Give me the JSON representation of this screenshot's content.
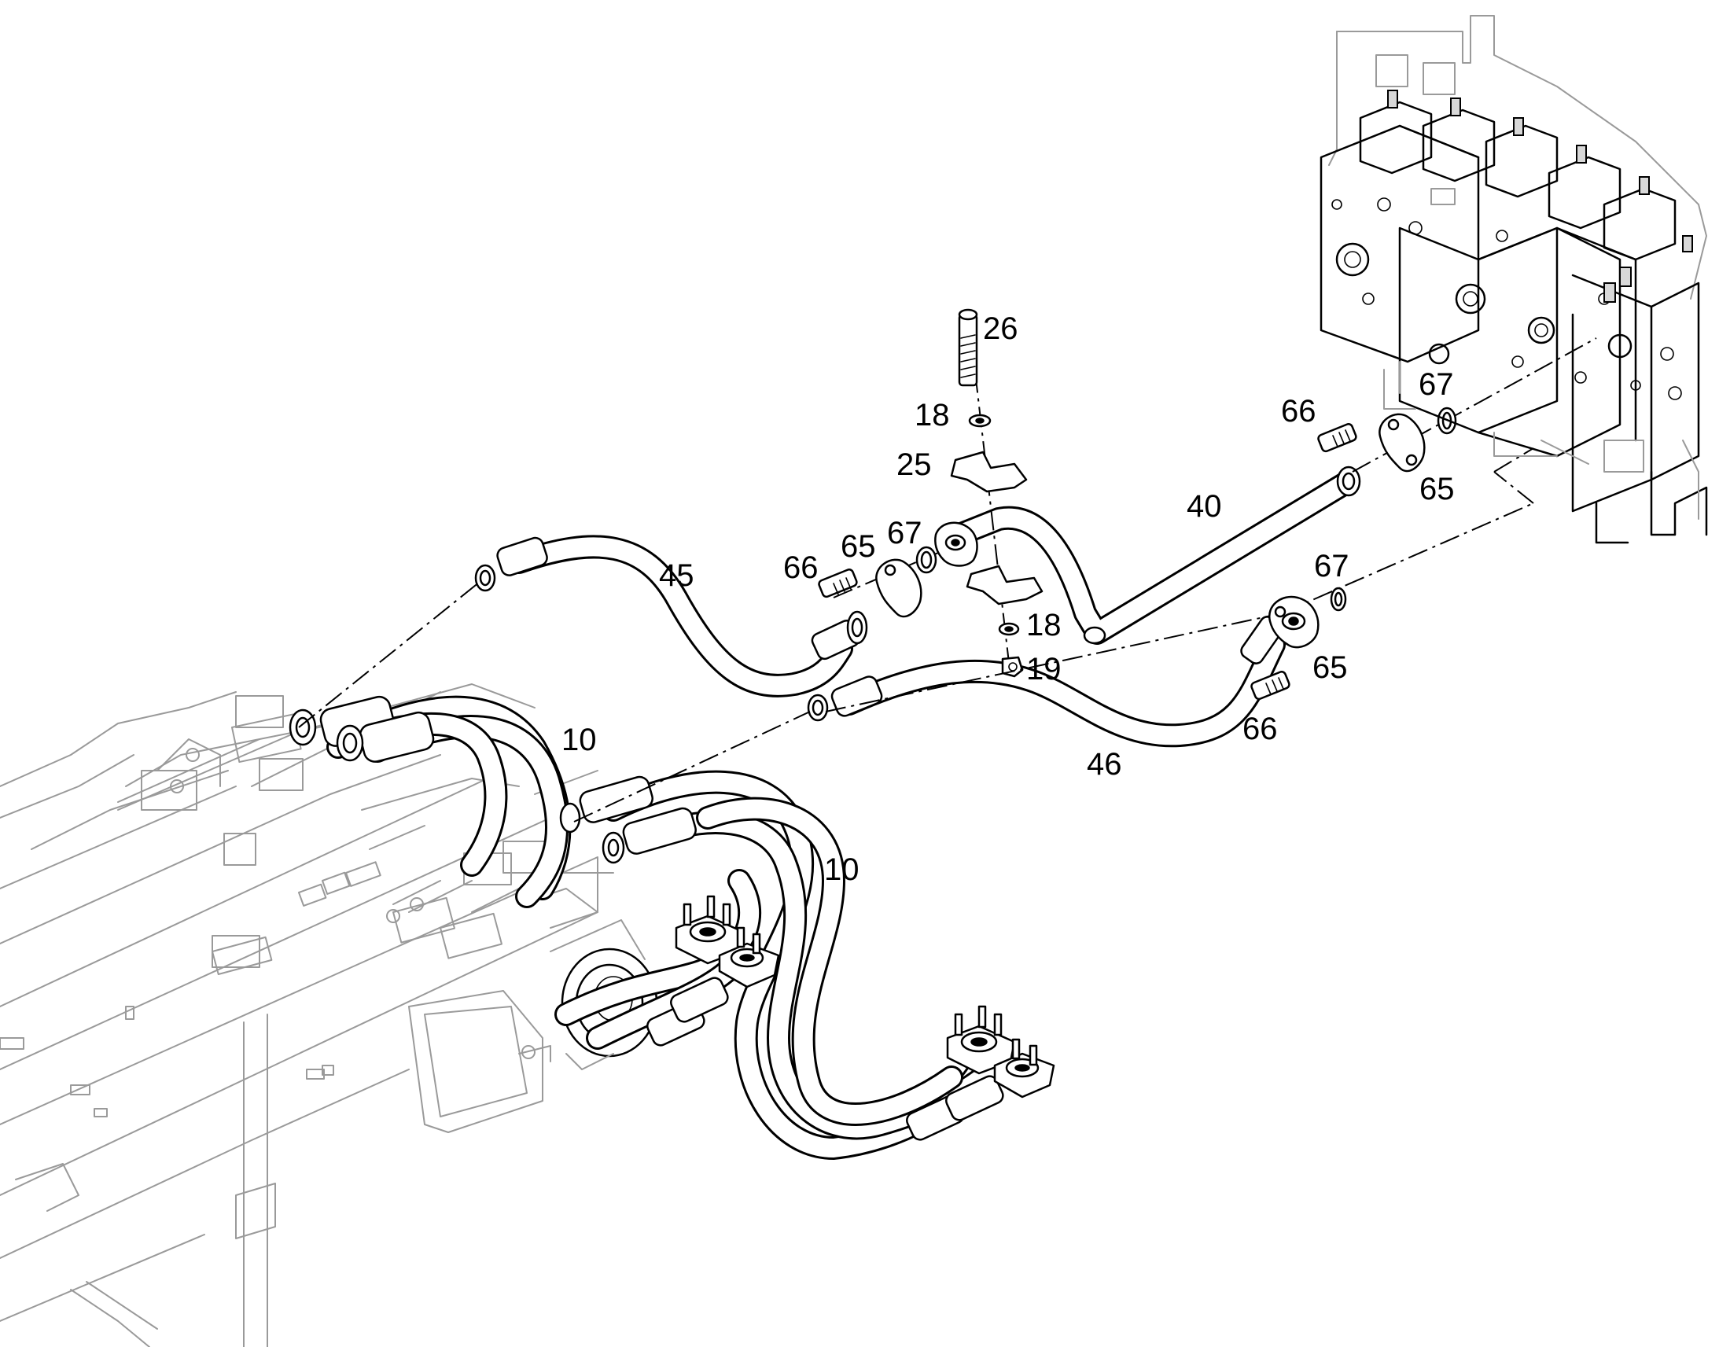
{
  "callouts": {
    "c26": "26",
    "c18a": "18",
    "c25": "25",
    "c67a": "67",
    "c65a": "65",
    "c66a": "66",
    "c45": "45",
    "c18b": "18",
    "c19": "19",
    "c40": "40",
    "c66b": "66",
    "c67b": "67",
    "c65b": "65",
    "c67c": "67",
    "c65c": "65",
    "c66c": "66",
    "c46": "46",
    "c10a": "10",
    "c10b": "10"
  }
}
